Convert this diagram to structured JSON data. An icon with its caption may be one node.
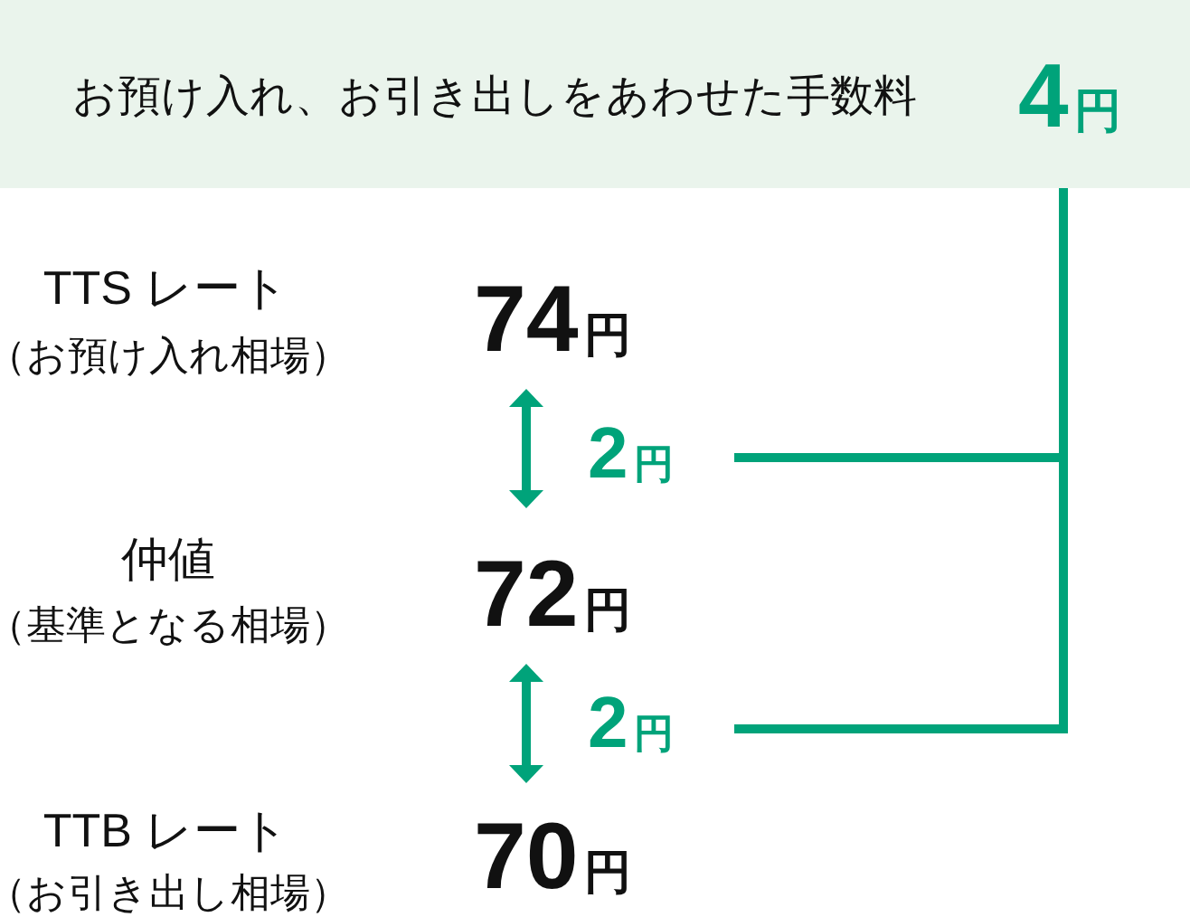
{
  "diagram": {
    "nodes": [
      {
        "text": [
          "お預け入れ、お引き出しをあわせた手数料",
          "4円"
        ]
      },
      {
        "text": [
          "2円"
        ]
      },
      {
        "text": [
          "2円"
        ]
      }
    ],
    "edges": [
      {
        "from": 1,
        "to": 0,
        "arrow": "none"
      },
      {
        "from": 2,
        "to": 0,
        "arrow": "none"
      }
    ],
    "labels": [
      "TTS レート",
      "（お預け入れ相場）",
      "74円",
      "仲値",
      "（基準となる相場）",
      "72円",
      "TTB レート",
      "（お引き出し相場）",
      "70円"
    ]
  }
}
